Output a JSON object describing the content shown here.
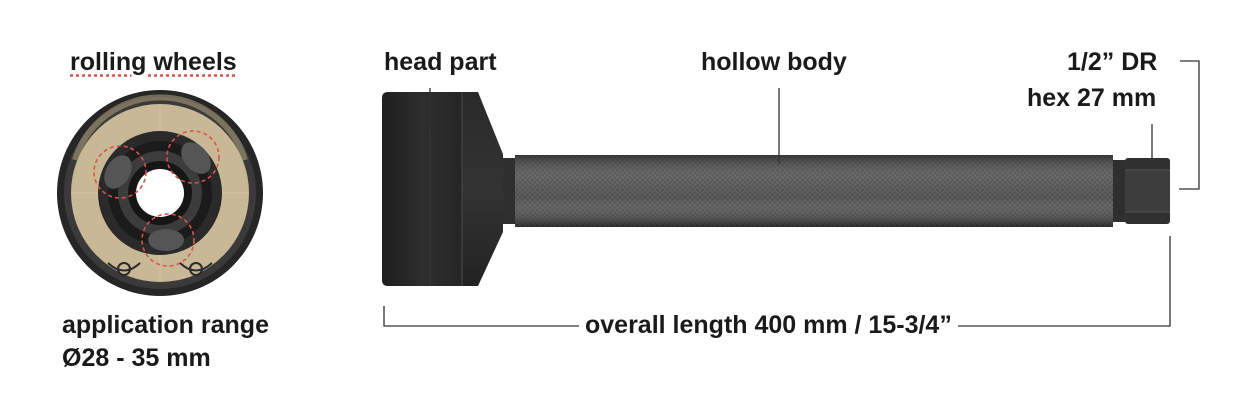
{
  "labels": {
    "rolling_wheels": "rolling wheels",
    "head_part": "head part",
    "hollow_body": "hollow body",
    "drive": "1/2” DR",
    "hex": "hex 27 mm",
    "application_range": "application range",
    "range_value": "Ø28 - 35 mm",
    "overall_length": "overall length 400 mm / 15-3/4”"
  },
  "colors": {
    "text": "#1a1a1a",
    "tool_dark": "#2b2b2b",
    "tool_face": "#c9b896",
    "leader_line": "#333333",
    "highlight_circle": "#d9534f"
  }
}
